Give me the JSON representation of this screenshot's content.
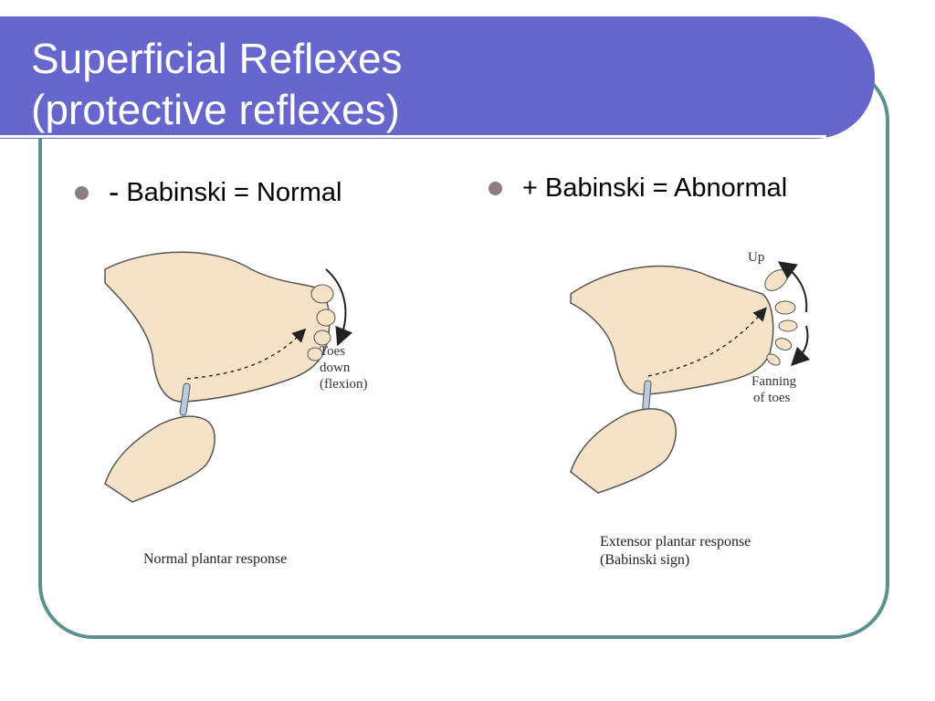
{
  "slide": {
    "title_line1": "Superficial Reflexes",
    "title_line2": "(protective reflexes)"
  },
  "left": {
    "bullet_mark": "-",
    "bullet_text": "Babinski = Normal",
    "label_toes": "Toes",
    "label_down": "down",
    "label_flexion": "(flexion)",
    "caption": "Normal plantar response"
  },
  "right": {
    "bullet_text": "+ Babinski = Abnormal",
    "label_up": "Up",
    "label_fanning": "Fanning",
    "label_of_toes": "of toes",
    "caption_line1": "Extensor plantar response",
    "caption_line2": "(Babinski sign)"
  },
  "colors": {
    "title_band": "#6666cc",
    "frame": "#5e9090",
    "bullet_dot": "#8c7e7e",
    "skin": "#f6e2c6"
  }
}
